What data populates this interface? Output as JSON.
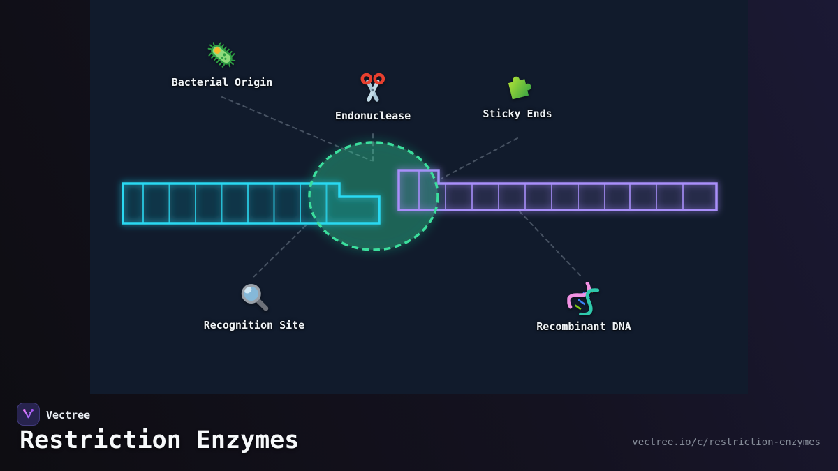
{
  "brand": {
    "name": "Vectree",
    "logo_icon": "vectree-logo-icon"
  },
  "page": {
    "title": "Restriction Enzymes",
    "url": "vectree.io/c/restriction-enzymes"
  },
  "diagram": {
    "nodes": [
      {
        "label": "Bacterial Origin",
        "icon": "bacteria-icon"
      },
      {
        "label": "Endonuclease",
        "icon": "scissors-icon"
      },
      {
        "label": "Sticky Ends",
        "icon": "puzzle-piece-icon"
      },
      {
        "label": "Recognition Site",
        "icon": "magnifying-glass-icon"
      },
      {
        "label": "Recombinant DNA",
        "icon": "dna-helix-icon"
      }
    ],
    "strands": {
      "left": {
        "color": "#2bd9f2",
        "segments": 9,
        "cut_style": "staggered step cut on right end"
      },
      "right": {
        "color": "#a98ffa",
        "segments": 12,
        "cut_style": "staggered overhang on left end"
      }
    },
    "enzyme_circle": {
      "color": "#3ade9d",
      "style": "dashed"
    }
  },
  "colors": {
    "background_outer_dark": "#0e0d12",
    "background_outer_purple": "#1b1934",
    "panel_background": "#111b2c",
    "strand_cyan": "#2bd9f2",
    "strand_purple": "#a98ffa",
    "enzyme_circle_green": "#3ade9d",
    "connector_gray": "#74808f",
    "label_text": "#eef2f6",
    "title_text": "#f7f9fb",
    "url_text": "#868d99",
    "logo_background": "#27234e",
    "logo_border": "#423b7d",
    "logo_gradient_start": "#e879f9",
    "logo_gradient_end": "#8b5cf6"
  }
}
